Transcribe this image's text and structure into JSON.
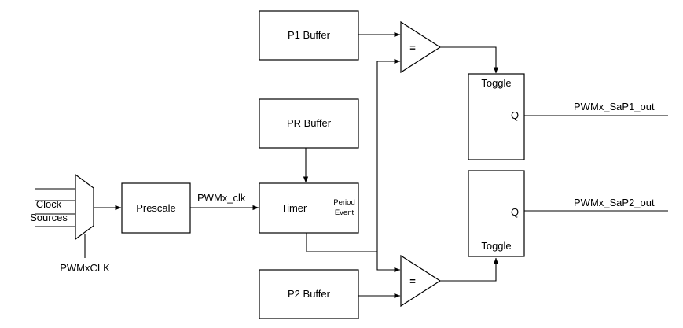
{
  "mux": {
    "input_label": [
      "Clock",
      "Sources"
    ],
    "select_label": "PWMxCLK"
  },
  "blocks": {
    "prescale": "Prescale",
    "timer": "Timer",
    "period_event": [
      "Period",
      "Event"
    ],
    "p1_buffer": "P1 Buffer",
    "pr_buffer": "PR Buffer",
    "p2_buffer": "P2 Buffer"
  },
  "signals": {
    "clk": "PWMx_clk",
    "out1": "PWMx_SaP1_out",
    "out2": "PWMx_SaP2_out"
  },
  "comparators": {
    "top_symbol": "=",
    "bottom_symbol": "="
  },
  "toggles": {
    "top": {
      "title": "Toggle",
      "output": "Q"
    },
    "bottom": {
      "title": "Toggle",
      "output": "Q"
    }
  }
}
